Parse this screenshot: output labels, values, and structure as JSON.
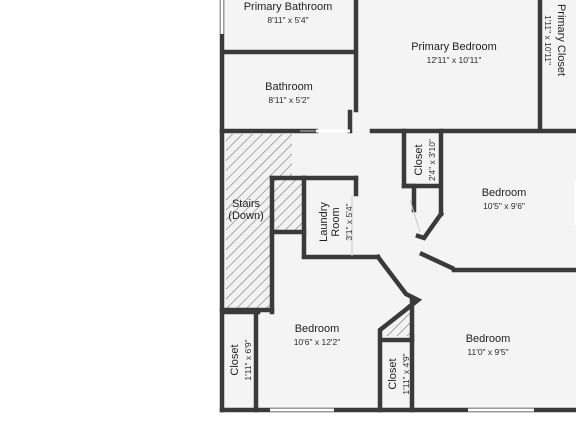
{
  "floorplan": {
    "colors": {
      "floor": "#f4f4f4",
      "wall": "#3a3a3a",
      "window": "#ffffff",
      "hatch": "#777777",
      "text": "#1f1f1f"
    },
    "rooms": [
      {
        "id": "primary-bathroom",
        "name": [
          "Primary Bathroom"
        ],
        "dims": "8'11\" x 5'4\""
      },
      {
        "id": "primary-bedroom",
        "name": [
          "Primary Bedroom"
        ],
        "dims": "12'11\" x 10'11\""
      },
      {
        "id": "primary-closet",
        "name": [
          "Primary Closet"
        ],
        "dims": "1'11\" x 10'11\""
      },
      {
        "id": "bathroom",
        "name": [
          "Bathroom"
        ],
        "dims": "8'11\" x 5'2\""
      },
      {
        "id": "closet-upper",
        "name": [
          "Closet"
        ],
        "dims": "2'4\" x 3'10\""
      },
      {
        "id": "bedroom-right",
        "name": [
          "Bedroom"
        ],
        "dims": "10'5\" x 9'6\""
      },
      {
        "id": "stairs",
        "name": [
          "Stairs",
          "(Down)"
        ],
        "dims": ""
      },
      {
        "id": "laundry",
        "name": [
          "Laundry",
          "Room"
        ],
        "dims": "3'1\" x 5'4\""
      },
      {
        "id": "bedroom-lower-left",
        "name": [
          "Bedroom"
        ],
        "dims": "10'6\" x 12'2\""
      },
      {
        "id": "bedroom-lower-right",
        "name": [
          "Bedroom"
        ],
        "dims": "11'0\" x 9'5\""
      },
      {
        "id": "closet-lower-left",
        "name": [
          "Closet"
        ],
        "dims": "1'11\" x 6'9\""
      },
      {
        "id": "closet-lower-right",
        "name": [
          "Closet"
        ],
        "dims": "1'11\" x 4'9\""
      }
    ]
  }
}
